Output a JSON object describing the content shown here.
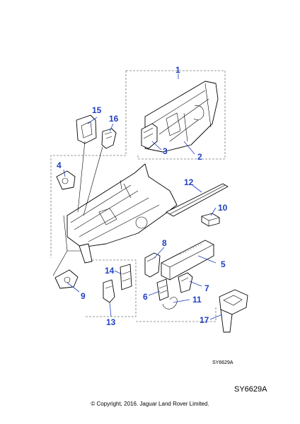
{
  "callouts": {
    "c1": "1",
    "c2": "2",
    "c3": "3",
    "c4": "4",
    "c5": "5",
    "c6": "6",
    "c7": "7",
    "c8": "8",
    "c9": "9",
    "c10": "10",
    "c11": "11",
    "c12": "12",
    "c13": "13",
    "c14": "14",
    "c15": "15",
    "c16": "16",
    "c17": "17"
  },
  "diagram_ref_small": "SY6629A",
  "diagram_ref_large": "SY6629A",
  "copyright": "© Copyright, 2016. Jaguar Land Rover Limited.",
  "colors": {
    "callout": "#1f3fbf",
    "line": "#000000",
    "background": "#ffffff"
  }
}
